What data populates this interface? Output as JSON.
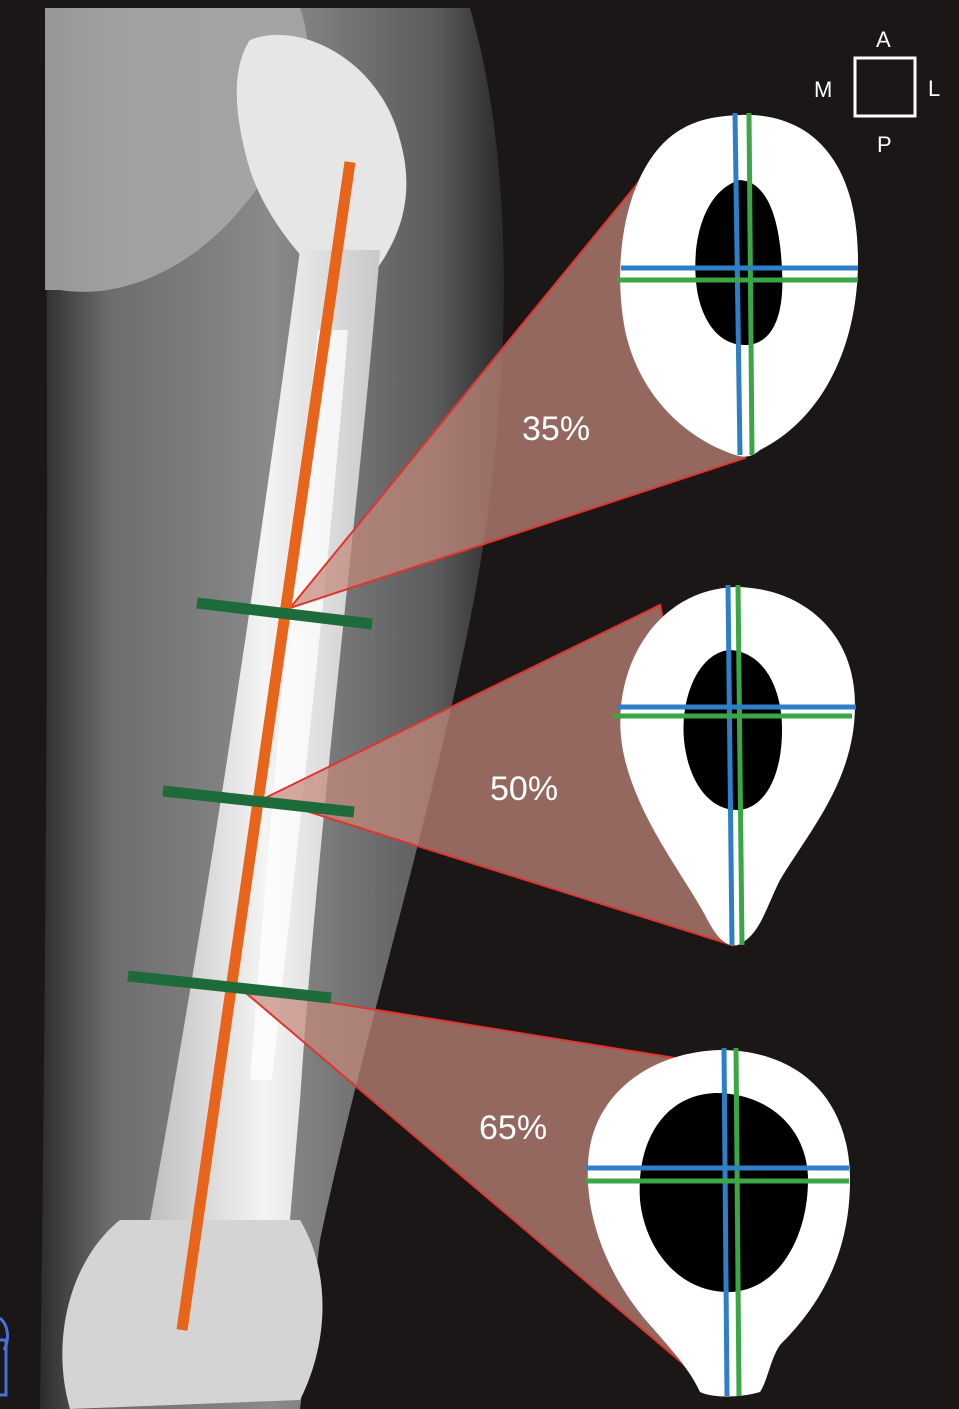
{
  "orientation": {
    "anterior": "A",
    "posterior": "P",
    "medial": "M",
    "lateral": "L"
  },
  "sections": [
    {
      "id": "section-35",
      "label": "35%"
    },
    {
      "id": "section-50",
      "label": "50%"
    },
    {
      "id": "section-65",
      "label": "65%"
    }
  ],
  "colors": {
    "background": "#1a1716",
    "axis_line": "#e8641b",
    "slice_marker": "#1d6b3a",
    "projection_fill": "#c4887a",
    "projection_edge": "#e0342e",
    "bone_cortex": "#ffffff",
    "medullary_cavity": "#000000",
    "principal_axis_blue": "#2f7fc8",
    "principal_axis_green": "#3aa646"
  }
}
